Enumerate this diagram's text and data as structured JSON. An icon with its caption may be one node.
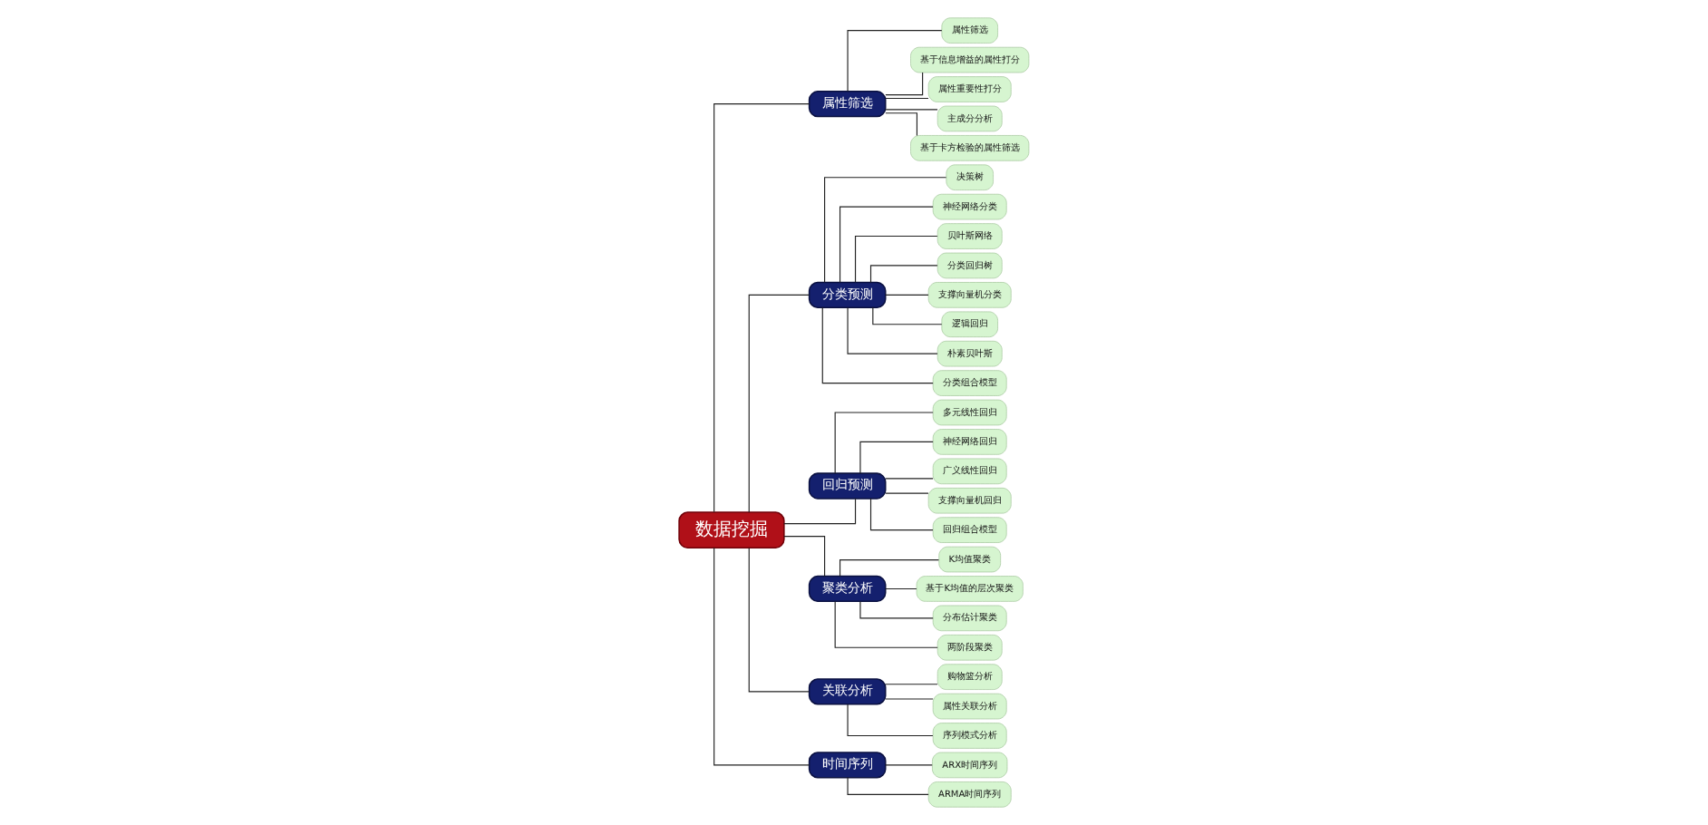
{
  "diagram": {
    "nodes": [
      {
        "text": [
          "数据挖掘"
        ]
      },
      {
        "text": [
          "属性筛选"
        ]
      },
      {
        "text": [
          "属性筛选"
        ]
      },
      {
        "text": [
          "基于信息增益的属性打分"
        ]
      },
      {
        "text": [
          "属性重要性打分"
        ]
      },
      {
        "text": [
          "主成分分析"
        ]
      },
      {
        "text": [
          "基于卡方检验的属性筛选"
        ]
      },
      {
        "text": [
          "分类预测"
        ]
      },
      {
        "text": [
          "决策树"
        ]
      },
      {
        "text": [
          "神经网络分类"
        ]
      },
      {
        "text": [
          "贝叶斯网络"
        ]
      },
      {
        "text": [
          "分类回归树"
        ]
      },
      {
        "text": [
          "支撑向量机分类"
        ]
      },
      {
        "text": [
          "逻辑回归"
        ]
      },
      {
        "text": [
          "朴素贝叶斯"
        ]
      },
      {
        "text": [
          "分类组合模型"
        ]
      },
      {
        "text": [
          "回归预测"
        ]
      },
      {
        "text": [
          "多元线性回归"
        ]
      },
      {
        "text": [
          "神经网络回归"
        ]
      },
      {
        "text": [
          "广义线性回归"
        ]
      },
      {
        "text": [
          "支撑向量机回归"
        ]
      },
      {
        "text": [
          "回归组合模型"
        ]
      },
      {
        "text": [
          "聚类分析"
        ]
      },
      {
        "text": [
          "K均值聚类"
        ]
      },
      {
        "text": [
          "基于K均值的层次聚类"
        ]
      },
      {
        "text": [
          "分布估计聚类"
        ]
      },
      {
        "text": [
          "两阶段聚类"
        ]
      },
      {
        "text": [
          "关联分析"
        ]
      },
      {
        "text": [
          "购物篮分析"
        ]
      },
      {
        "text": [
          "属性关联分析"
        ]
      },
      {
        "text": [
          "序列模式分析"
        ]
      },
      {
        "text": [
          "时间序列"
        ]
      },
      {
        "text": [
          "ARX时间序列"
        ]
      },
      {
        "text": [
          "ARMA时间序列"
        ]
      }
    ],
    "edges": [
      {
        "from": 0,
        "to": 1,
        "arrow": "none"
      },
      {
        "from": 0,
        "to": 7,
        "arrow": "none"
      },
      {
        "from": 0,
        "to": 16,
        "arrow": "none"
      },
      {
        "from": 0,
        "to": 22,
        "arrow": "none"
      },
      {
        "from": 0,
        "to": 27,
        "arrow": "none"
      },
      {
        "from": 0,
        "to": 31,
        "arrow": "none"
      },
      {
        "from": 1,
        "to": 2,
        "arrow": "none"
      },
      {
        "from": 1,
        "to": 3,
        "arrow": "none"
      },
      {
        "from": 1,
        "to": 4,
        "arrow": "none"
      },
      {
        "from": 1,
        "to": 5,
        "arrow": "none"
      },
      {
        "from": 1,
        "to": 6,
        "arrow": "none"
      },
      {
        "from": 7,
        "to": 8,
        "arrow": "none"
      },
      {
        "from": 7,
        "to": 9,
        "arrow": "none"
      },
      {
        "from": 7,
        "to": 10,
        "arrow": "none"
      },
      {
        "from": 7,
        "to": 11,
        "arrow": "none"
      },
      {
        "from": 7,
        "to": 12,
        "arrow": "none"
      },
      {
        "from": 7,
        "to": 13,
        "arrow": "none"
      },
      {
        "from": 7,
        "to": 14,
        "arrow": "none"
      },
      {
        "from": 7,
        "to": 15,
        "arrow": "none"
      },
      {
        "from": 16,
        "to": 17,
        "arrow": "none"
      },
      {
        "from": 16,
        "to": 18,
        "arrow": "none"
      },
      {
        "from": 16,
        "to": 19,
        "arrow": "none"
      },
      {
        "from": 16,
        "to": 20,
        "arrow": "none"
      },
      {
        "from": 16,
        "to": 21,
        "arrow": "none"
      },
      {
        "from": 22,
        "to": 23,
        "arrow": "none"
      },
      {
        "from": 22,
        "to": 24,
        "arrow": "none"
      },
      {
        "from": 22,
        "to": 25,
        "arrow": "none"
      },
      {
        "from": 22,
        "to": 26,
        "arrow": "none"
      },
      {
        "from": 27,
        "to": 28,
        "arrow": "none"
      },
      {
        "from": 27,
        "to": 29,
        "arrow": "none"
      },
      {
        "from": 27,
        "to": 30,
        "arrow": "none"
      },
      {
        "from": 31,
        "to": 32,
        "arrow": "none"
      },
      {
        "from": 31,
        "to": 33,
        "arrow": "none"
      }
    ]
  }
}
